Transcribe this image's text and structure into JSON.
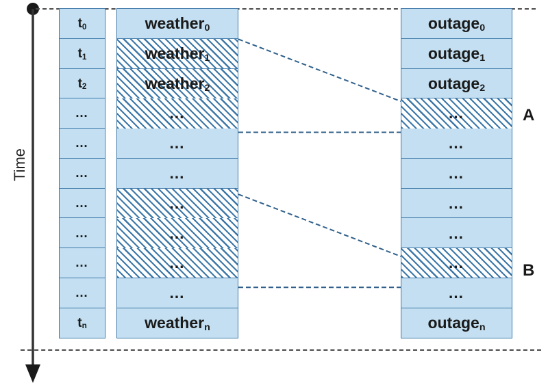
{
  "figure": {
    "axis": {
      "label": "Time",
      "start_marker": "filled-circle",
      "end_marker": "arrow-down"
    },
    "side_labels": [
      {
        "id": "A",
        "text": "A",
        "aligned_row": 3
      },
      {
        "id": "B",
        "text": "B",
        "aligned_row": 8
      }
    ],
    "colors": {
      "cell_fill": "#c3dff1",
      "cell_border": "#3d78a8",
      "hatch_line": "#3d78a8",
      "hatch_background": "#ffffff",
      "connector": "#2f5f8a",
      "guide": "#4a4a4a",
      "axis": "#1a1a1a",
      "text": "#1a1a1a",
      "page_background": "#ffffff"
    }
  },
  "columns": [
    {
      "id": "time",
      "name": "time-column",
      "cells": [
        {
          "text": "t",
          "sub": "0",
          "hatched": false
        },
        {
          "text": "t",
          "sub": "1",
          "hatched": false
        },
        {
          "text": "t",
          "sub": "2",
          "hatched": false
        },
        {
          "text": "…",
          "sub": "",
          "hatched": false
        },
        {
          "text": "…",
          "sub": "",
          "hatched": false
        },
        {
          "text": "…",
          "sub": "",
          "hatched": false
        },
        {
          "text": "…",
          "sub": "",
          "hatched": false
        },
        {
          "text": "…",
          "sub": "",
          "hatched": false
        },
        {
          "text": "…",
          "sub": "",
          "hatched": false
        },
        {
          "text": "…",
          "sub": "",
          "hatched": false
        },
        {
          "text": "t",
          "sub": "n",
          "hatched": false
        }
      ]
    },
    {
      "id": "weather",
      "name": "weather-column",
      "cells": [
        {
          "text": "weather",
          "sub": "0",
          "hatched": false
        },
        {
          "text": "weather",
          "sub": "1",
          "hatched": true
        },
        {
          "text": "weather",
          "sub": "2",
          "hatched": true
        },
        {
          "text": "…",
          "sub": "",
          "hatched": true
        },
        {
          "text": "…",
          "sub": "",
          "hatched": false
        },
        {
          "text": "…",
          "sub": "",
          "hatched": false
        },
        {
          "text": "…",
          "sub": "",
          "hatched": true
        },
        {
          "text": "…",
          "sub": "",
          "hatched": true
        },
        {
          "text": "…",
          "sub": "",
          "hatched": true
        },
        {
          "text": "…",
          "sub": "",
          "hatched": false
        },
        {
          "text": "weather",
          "sub": "n",
          "hatched": false
        }
      ]
    },
    {
      "id": "outage",
      "name": "outage-column",
      "cells": [
        {
          "text": "outage",
          "sub": "0",
          "hatched": false
        },
        {
          "text": "outage",
          "sub": "1",
          "hatched": false
        },
        {
          "text": "outage",
          "sub": "2",
          "hatched": false
        },
        {
          "text": "…",
          "sub": "",
          "hatched": true
        },
        {
          "text": "…",
          "sub": "",
          "hatched": false
        },
        {
          "text": "…",
          "sub": "",
          "hatched": false
        },
        {
          "text": "…",
          "sub": "",
          "hatched": false
        },
        {
          "text": "…",
          "sub": "",
          "hatched": false
        },
        {
          "text": "…",
          "sub": "",
          "hatched": true
        },
        {
          "text": "…",
          "sub": "",
          "hatched": false
        },
        {
          "text": "outage",
          "sub": "n",
          "hatched": false
        }
      ]
    }
  ],
  "connectors": [
    {
      "id": "A",
      "name": "connector-a",
      "from_column": "weather",
      "from_rows": [
        1,
        3
      ],
      "to_column": "outage",
      "to_row": 3
    },
    {
      "id": "B",
      "name": "connector-b",
      "from_column": "weather",
      "from_rows": [
        6,
        8
      ],
      "to_column": "outage",
      "to_row": 8
    }
  ]
}
